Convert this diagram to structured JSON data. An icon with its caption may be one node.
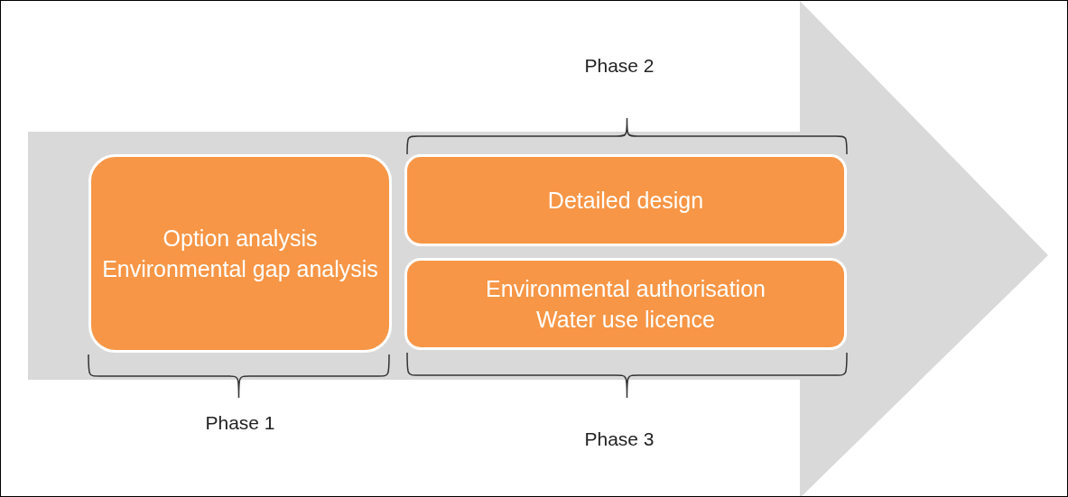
{
  "diagram": {
    "nodes": [
      {
        "text": [
          "Option analysis",
          "Environmental gap analysis"
        ]
      },
      {
        "text": [
          "Detailed design"
        ]
      },
      {
        "text": [
          "Environmental authorisation",
          "Water use licence"
        ]
      }
    ],
    "labels": [
      "Phase 2",
      "Phase 1",
      "Phase 3"
    ]
  }
}
